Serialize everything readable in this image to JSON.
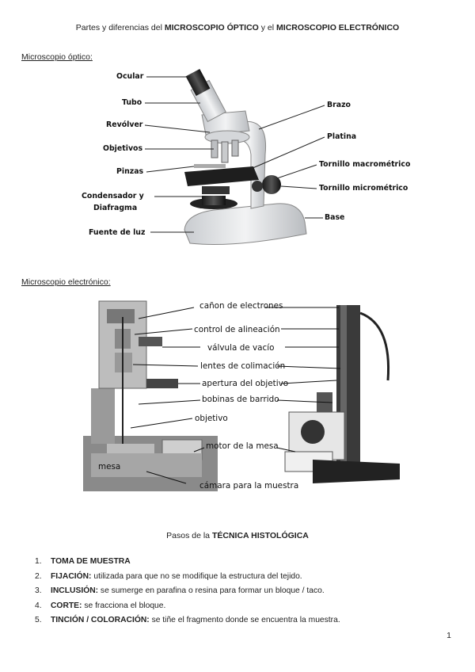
{
  "header": {
    "prefix": "Partes y diferencias del ",
    "bold1": "MICROSCOPIO ÓPTICO",
    "middle": " y el ",
    "bold2": "MICROSCOPIO ELECTRÓNICO"
  },
  "optical": {
    "section_label": "Microscopio óptico:",
    "labels": {
      "ocular": "Ocular",
      "tubo": "Tubo",
      "revolver": "Revólver",
      "objetivos": "Objetivos",
      "pinzas": "Pinzas",
      "condensador1": "Condensador y",
      "condensador2": "Diafragma",
      "fuente": "Fuente de luz",
      "brazo": "Brazo",
      "platina": "Platina",
      "macro": "Tornillo macrométrico",
      "micro": "Tornillo micrométrico",
      "base": "Base"
    }
  },
  "electron": {
    "section_label": "Microscopio electrónico:",
    "labels": {
      "canon": "cañon de electrones",
      "control": "control de alineación",
      "valvula": "válvula de vacío",
      "lentes": "lentes de colimación",
      "apertura": "apertura del objetivo",
      "bobinas": "bobinas de barrido",
      "objetivo": "objetivo",
      "motor": "motor de la mesa",
      "mesa": "mesa",
      "camara": "cámara para la muestra"
    }
  },
  "histology": {
    "title_prefix": "Pasos de la ",
    "title_bold": "TÉCNICA HISTOLÓGICA",
    "steps": [
      {
        "num": "1.",
        "term": "TOMA DE MUESTRA",
        "desc": ""
      },
      {
        "num": "2.",
        "term": "FIJACIÓN:",
        "desc": " utilizada para que no se modifique la estructura del tejido."
      },
      {
        "num": "3.",
        "term": "INCLUSIÓN:",
        "desc": " se sumerge en parafina o resina para formar un bloque  / taco."
      },
      {
        "num": "4.",
        "term": "CORTE:",
        "desc": " se fracciona el bloque."
      },
      {
        "num": "5.",
        "term": "TINCIÓN / COLORACIÓN:",
        "desc": " se tiñe el fragmento donde se encuentra la muestra."
      }
    ]
  },
  "page_number": "1"
}
